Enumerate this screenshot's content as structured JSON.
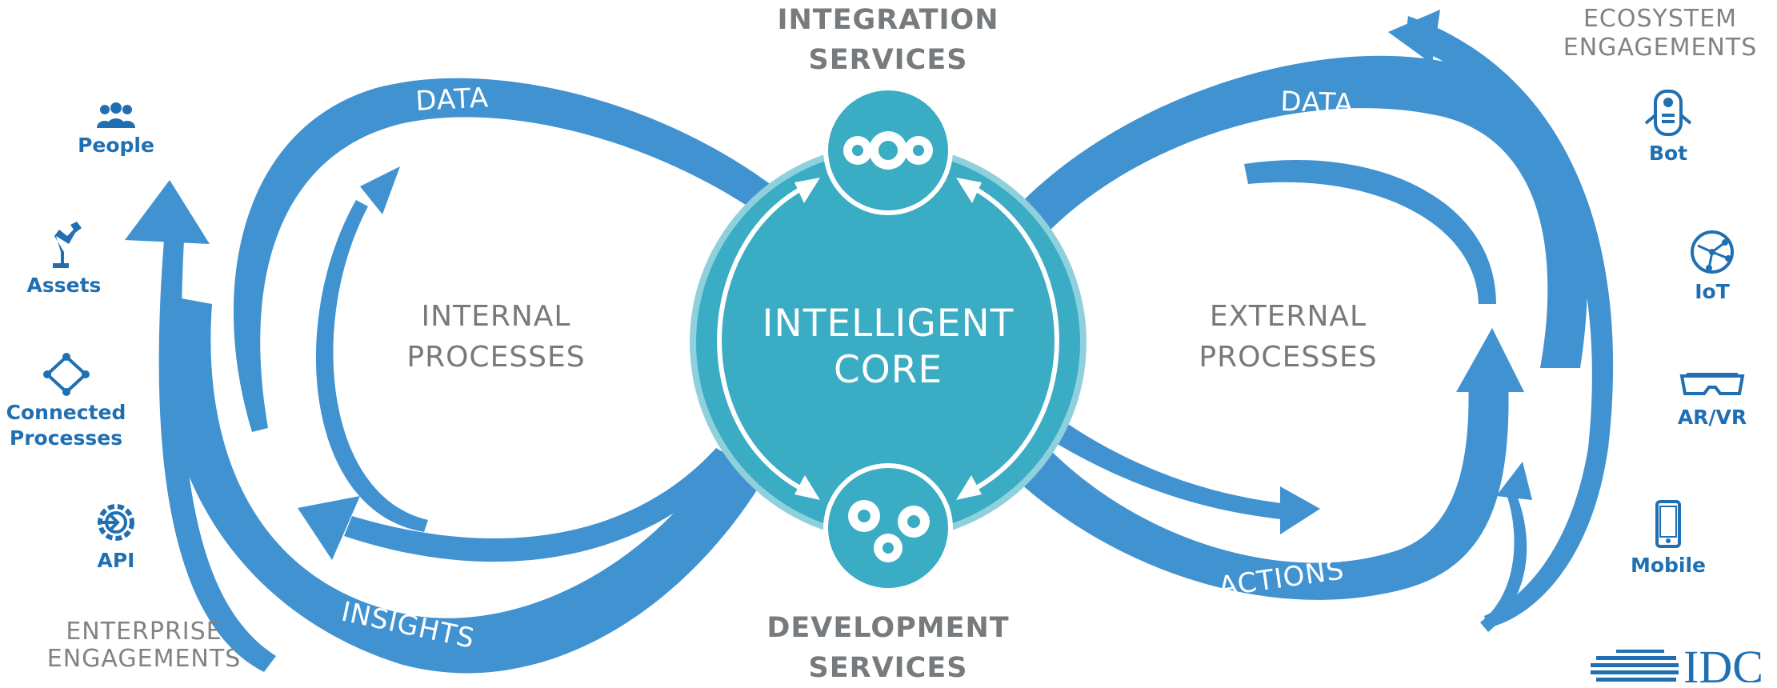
{
  "center": {
    "core_line1": "INTELLIGENT",
    "core_line2": "CORE",
    "integration_line1": "INTEGRATION",
    "integration_line2": "SERVICES",
    "development_line1": "DEVELOPMENT",
    "development_line2": "SERVICES"
  },
  "processes": {
    "internal_line1": "INTERNAL",
    "internal_line2": "PROCESSES",
    "external_line1": "EXTERNAL",
    "external_line2": "PROCESSES"
  },
  "flows": {
    "left_top": "DATA",
    "right_top": "DATA",
    "left_bottom": "INSIGHTS",
    "right_bottom": "ACTIONS"
  },
  "enterprise": {
    "title_line1": "ENTERPRISE",
    "title_line2": "ENGAGEMENTS",
    "items": [
      {
        "label": "People",
        "icon": "people-icon"
      },
      {
        "label": "Assets",
        "icon": "robot-arm-icon"
      },
      {
        "label_line1": "Connected",
        "label_line2": "Processes",
        "icon": "connected-nodes-icon"
      },
      {
        "label": "API",
        "icon": "api-gear-icon"
      }
    ]
  },
  "ecosystem": {
    "title_line1": "ECOSYSTEM",
    "title_line2": "ENGAGEMENTS",
    "items": [
      {
        "label": "Bot",
        "icon": "bot-icon"
      },
      {
        "label": "IoT",
        "icon": "iot-globe-icon"
      },
      {
        "label": "AR/VR",
        "icon": "vr-headset-icon"
      },
      {
        "label": "Mobile",
        "icon": "mobile-phone-icon"
      }
    ]
  },
  "logo": {
    "text": "IDC"
  },
  "colors": {
    "flow_blue": "#4192d1",
    "core_teal": "#3aacc3",
    "icon_blue": "#1f6fb2",
    "title_gray": "#777b7e"
  }
}
